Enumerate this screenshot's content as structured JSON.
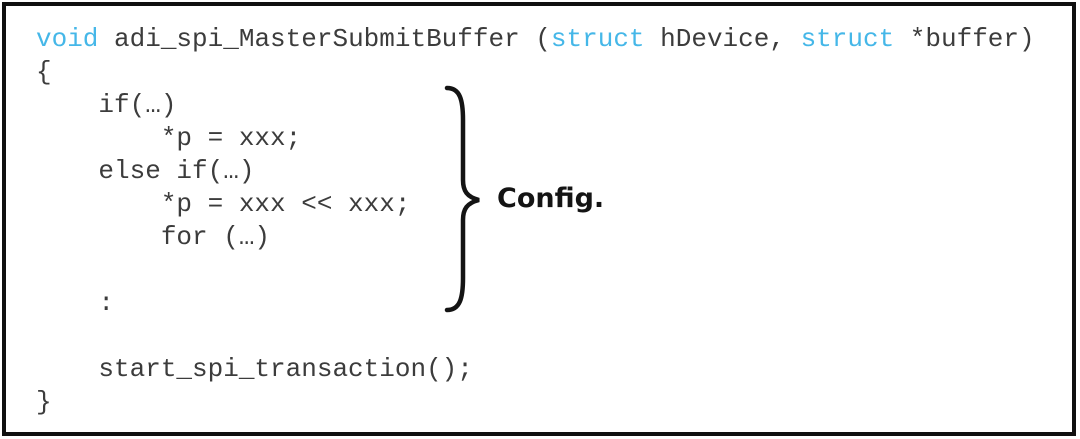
{
  "figure": {
    "type": "annotated-code-snippet",
    "background": "#ffffff",
    "border_color": "#101010"
  },
  "colors": {
    "code_text": "#3c3c3c",
    "keyword": "#45b7e8",
    "brace": "#141414",
    "label": "#141414"
  },
  "code": {
    "language": "c-pseudocode",
    "lines": [
      {
        "segments": [
          {
            "t": "void",
            "k": true
          },
          {
            "t": " adi_spi_MasterSubmitBuffer ("
          },
          {
            "t": "struct",
            "k": true
          },
          {
            "t": " hDevice, "
          },
          {
            "t": "struct",
            "k": true
          },
          {
            "t": " *buffer)"
          }
        ]
      },
      {
        "segments": [
          {
            "t": "{"
          }
        ]
      },
      {
        "segments": [
          {
            "t": "    if(…)"
          }
        ]
      },
      {
        "segments": [
          {
            "t": "        *p = xxx;"
          }
        ]
      },
      {
        "segments": [
          {
            "t": "    else if(…)"
          }
        ]
      },
      {
        "segments": [
          {
            "t": "        *p = xxx << xxx;"
          }
        ]
      },
      {
        "segments": [
          {
            "t": "        for (…)"
          }
        ]
      },
      {
        "segments": [
          {
            "t": ""
          }
        ]
      },
      {
        "segments": [
          {
            "t": "    :"
          }
        ]
      },
      {
        "segments": [
          {
            "t": ""
          }
        ]
      },
      {
        "segments": [
          {
            "t": "    start_spi_transaction();"
          }
        ]
      },
      {
        "segments": [
          {
            "t": "}"
          }
        ]
      }
    ]
  },
  "annotation": {
    "label": "Config.",
    "brace_icon": "right-curly-brace"
  }
}
